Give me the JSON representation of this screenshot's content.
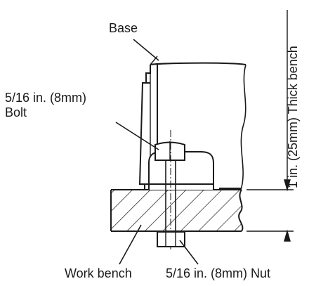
{
  "labels": {
    "base": "Base",
    "bolt_line1": "5/16 in. (8mm)",
    "bolt_line2": "Bolt",
    "work_bench": "Work bench",
    "nut": "5/16 in. (8mm) Nut",
    "thickness": "1 in. (25mm) Thick bench"
  },
  "colors": {
    "ink": "#1a1a1a",
    "background": "#ffffff"
  }
}
